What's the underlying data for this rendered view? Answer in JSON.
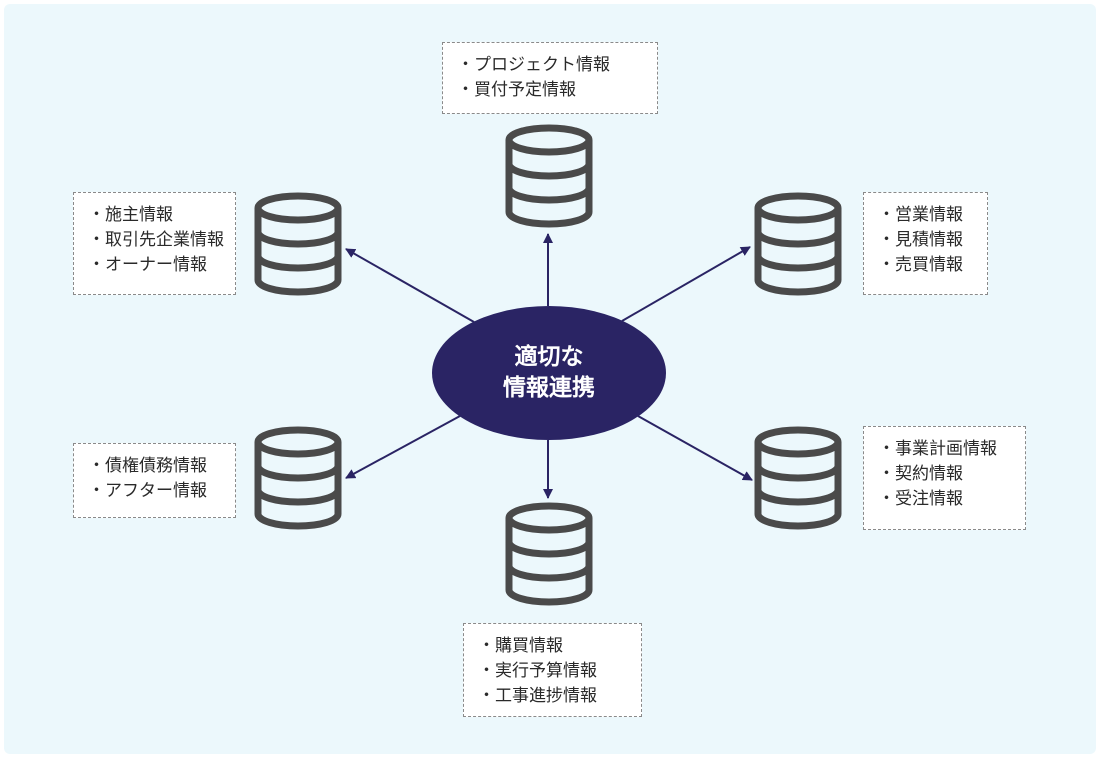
{
  "hub": {
    "line1": "適切な",
    "line2": "情報連携"
  },
  "nodes": [
    {
      "id": "top",
      "items": [
        "プロジェクト情報",
        "買付予定情報"
      ]
    },
    {
      "id": "top-left",
      "items": [
        "施主情報",
        "取引先企業情報",
        "オーナー情報"
      ]
    },
    {
      "id": "top-right",
      "items": [
        "営業情報",
        "見積情報",
        "売買情報"
      ]
    },
    {
      "id": "bottom-left",
      "items": [
        "債権債務情報",
        "アフター情報"
      ]
    },
    {
      "id": "bottom-right",
      "items": [
        "事業計画情報",
        "契約情報",
        "受注情報"
      ]
    },
    {
      "id": "bottom",
      "items": [
        "購買情報",
        "実行予算情報",
        "工事進捗情報"
      ]
    }
  ],
  "colors": {
    "hub": "#2a2464",
    "arrow": "#2a2464",
    "database": "#4a4a4a",
    "background": "#ecf8fc"
  },
  "icons": {
    "database": "database-icon"
  }
}
